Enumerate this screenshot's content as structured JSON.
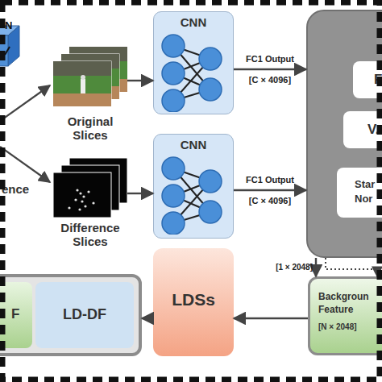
{
  "diagram": {
    "nodes": [
      {
        "text": [
          "Original Slices"
        ]
      },
      {
        "text": [
          "Difference Slices"
        ]
      },
      {
        "text": [
          "CNN"
        ]
      },
      {
        "text": [
          "CNN"
        ]
      },
      {
        "text": []
      },
      {
        "text": [
          "F"
        ],
        "in": 4
      },
      {
        "text": [
          "V."
        ],
        "in": 4
      },
      {
        "text": [
          "Star Nor"
        ],
        "in": 4
      },
      {
        "text": [
          "Backgroun Feature",
          "[N × 2048]"
        ]
      },
      {
        "text": [
          "LDSs"
        ]
      },
      {
        "text": []
      },
      {
        "text": [
          "F"
        ],
        "in": 10
      },
      {
        "text": [
          "LD-DF"
        ],
        "in": 10
      }
    ],
    "edges": [
      {
        "from": 0,
        "to": 2,
        "arrow": "to"
      },
      {
        "from": 1,
        "to": 3,
        "arrow": "to"
      },
      {
        "from": 2,
        "to": 4,
        "arrow": "to",
        "label": "FC1 Output [C × 4096]"
      },
      {
        "from": 3,
        "to": 4,
        "arrow": "to",
        "label": "FC1 Output [C × 4096]"
      },
      {
        "from": 4,
        "to": 8,
        "arrow": "to",
        "label": "[1 × 2048]"
      },
      {
        "from": 4,
        "to": 8,
        "arrow": "to"
      },
      {
        "from": 8,
        "to": 9,
        "arrow": "to"
      },
      {
        "from": 9,
        "to": 10,
        "arrow": "to"
      }
    ],
    "labels": [
      "N",
      "ence"
    ]
  }
}
